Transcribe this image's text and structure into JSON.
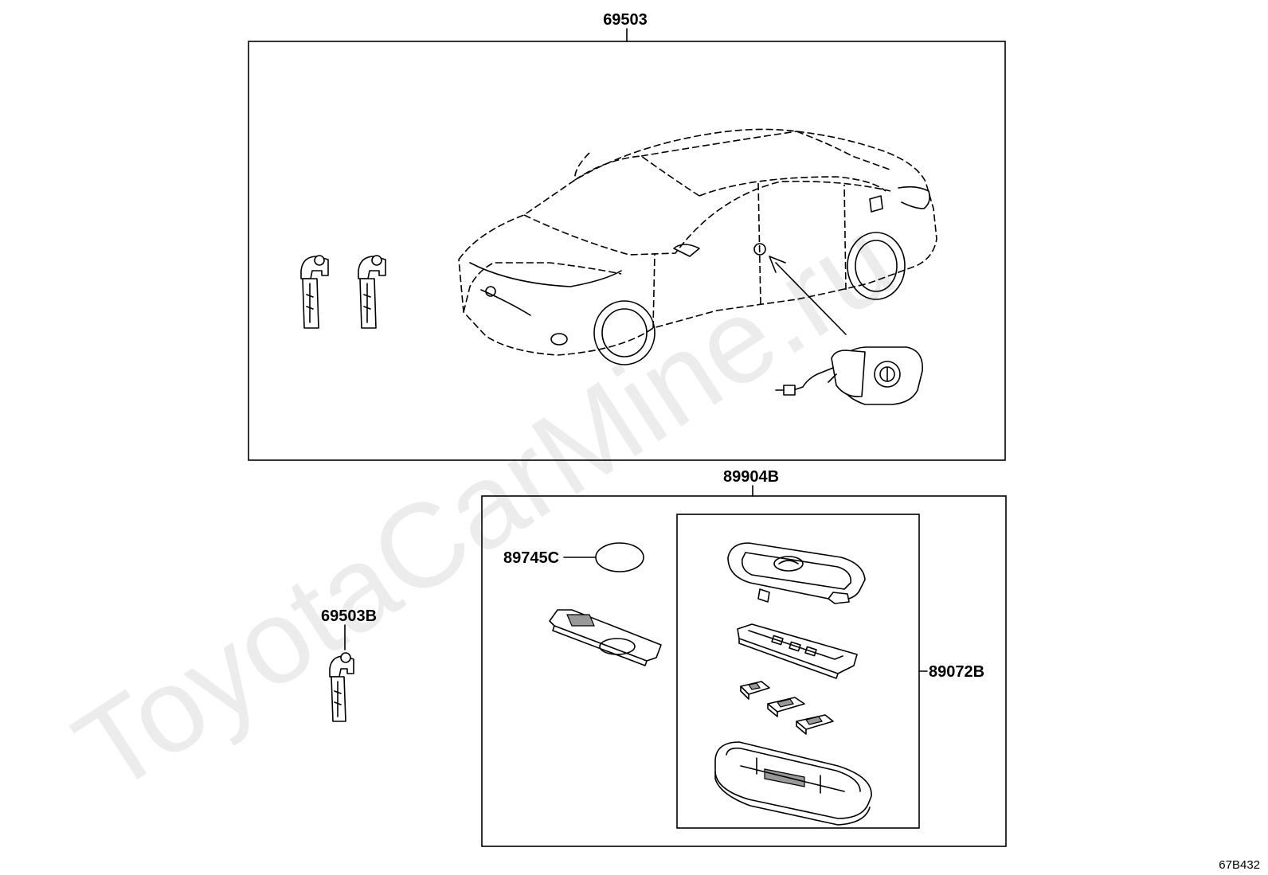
{
  "watermark": "ToyotaCarMine.ru",
  "diagram_code": "67B432",
  "parts": {
    "key_set": "69503",
    "key_plate": "69503B",
    "transmitter_assy": "89904B",
    "battery": "89745C",
    "transmitter_housing": "89072B"
  }
}
